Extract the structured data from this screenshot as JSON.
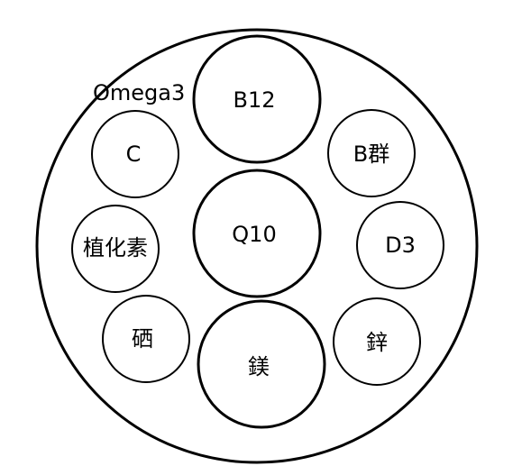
{
  "diagram": {
    "floating_label": "Omega3",
    "nodes": {
      "b12": "B12",
      "q10": "Q10",
      "mg": "鎂",
      "c": "C",
      "b_group": "B群",
      "phyto": "植化素",
      "d3": "D3",
      "se": "硒",
      "zn": "鋅"
    }
  }
}
